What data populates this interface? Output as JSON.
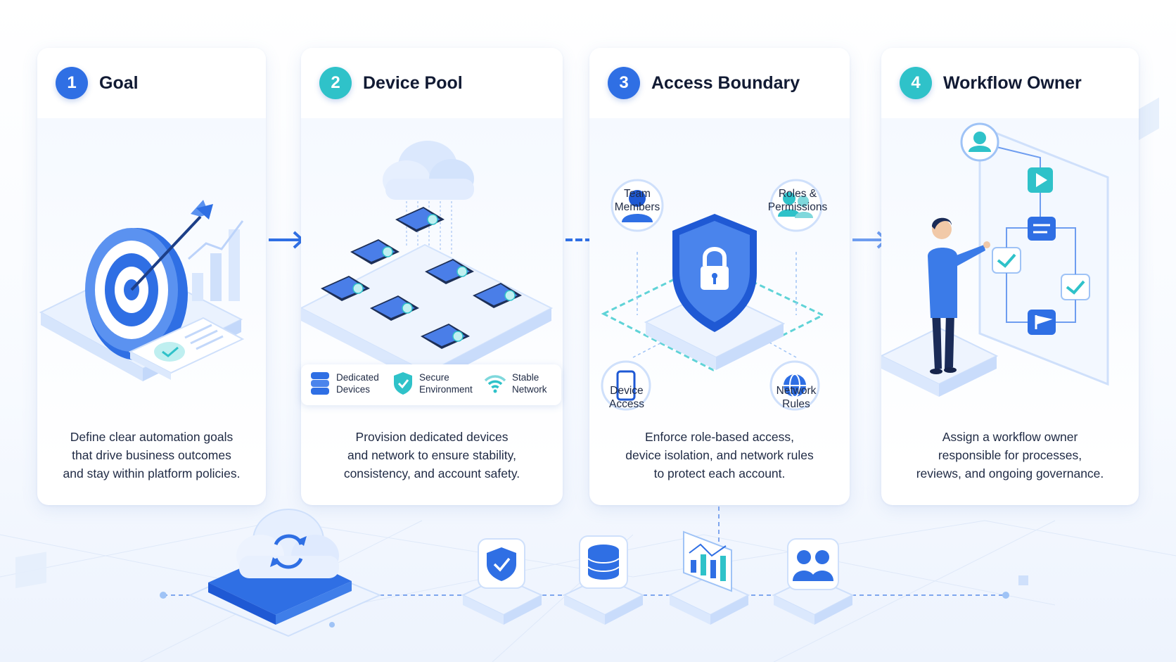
{
  "colors": {
    "blue": "#2f6fe4",
    "teal": "#2fc2c9",
    "light_blue": "#cfe0fb",
    "dark_navy": "#16244a"
  },
  "steps": [
    {
      "number": "1",
      "title": "Goal",
      "badge_color": "#2f6fe4",
      "description": [
        "Define clear automation goals",
        "that drive business outcomes",
        "and stay within platform policies."
      ],
      "icon": "target-icon"
    },
    {
      "number": "2",
      "title": "Device Pool",
      "badge_color": "#2fc2c9",
      "description": [
        "Provision dedicated devices",
        "and network to ensure stability,",
        "consistency, and account safety."
      ],
      "icon": "device-pool-icon",
      "features": [
        {
          "icon": "server-stack-icon",
          "label": [
            "Dedicated",
            "Devices"
          ]
        },
        {
          "icon": "shield-check-icon",
          "label": [
            "Secure",
            "Environment"
          ]
        },
        {
          "icon": "wifi-icon",
          "label": [
            "Stable",
            "Network"
          ]
        }
      ]
    },
    {
      "number": "3",
      "title": "Access Boundary",
      "badge_color": "#2f6fe4",
      "description": [
        "Enforce role-based access,",
        "device isolation, and network rules",
        "to protect each account."
      ],
      "icon": "shield-lock-icon",
      "nodes": [
        {
          "icon": "user-icon",
          "label": [
            "Team",
            "Members"
          ]
        },
        {
          "icon": "users-icon",
          "label": [
            "Roles &",
            "Permissions"
          ]
        },
        {
          "icon": "phone-icon",
          "label": [
            "Device",
            "Access"
          ]
        },
        {
          "icon": "globe-icon",
          "label": [
            "Network",
            "Rules"
          ]
        }
      ]
    },
    {
      "number": "4",
      "title": "Workflow Owner",
      "badge_color": "#2fc2c9",
      "description": [
        "Assign a workflow owner",
        "responsible for processes,",
        "reviews, and ongoing governance."
      ],
      "icon": "workflow-board-icon"
    }
  ],
  "bottom_icons": [
    "cloud-sync-icon",
    "shield-check-icon",
    "database-icon",
    "analytics-chart-icon",
    "users-icon"
  ]
}
